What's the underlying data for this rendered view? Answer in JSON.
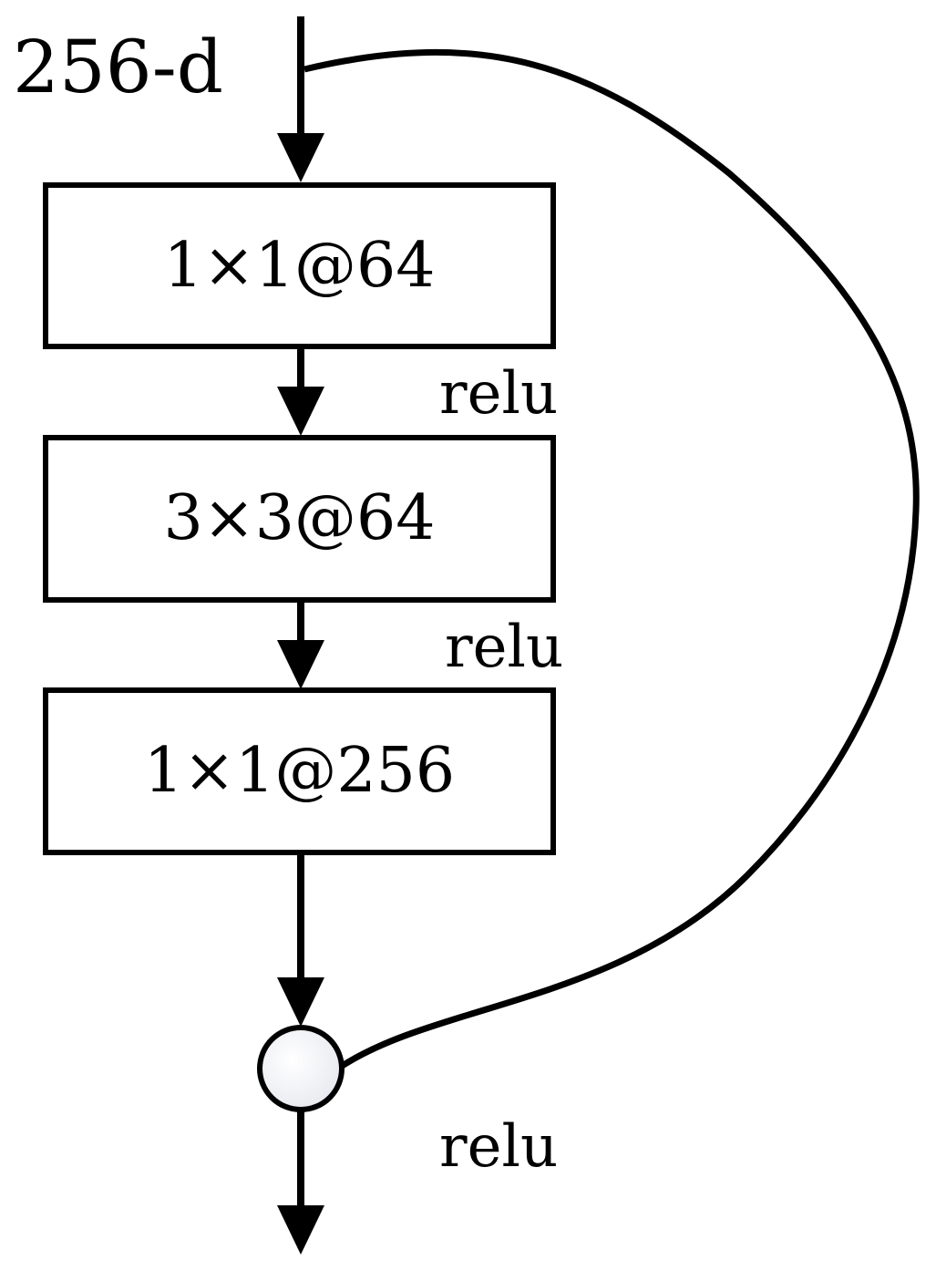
{
  "input_label": "256-d",
  "layers": [
    {
      "label": "1×1@64"
    },
    {
      "label": "3×3@64"
    },
    {
      "label": "1×1@256"
    }
  ],
  "activations": [
    "relu",
    "relu",
    "relu"
  ]
}
